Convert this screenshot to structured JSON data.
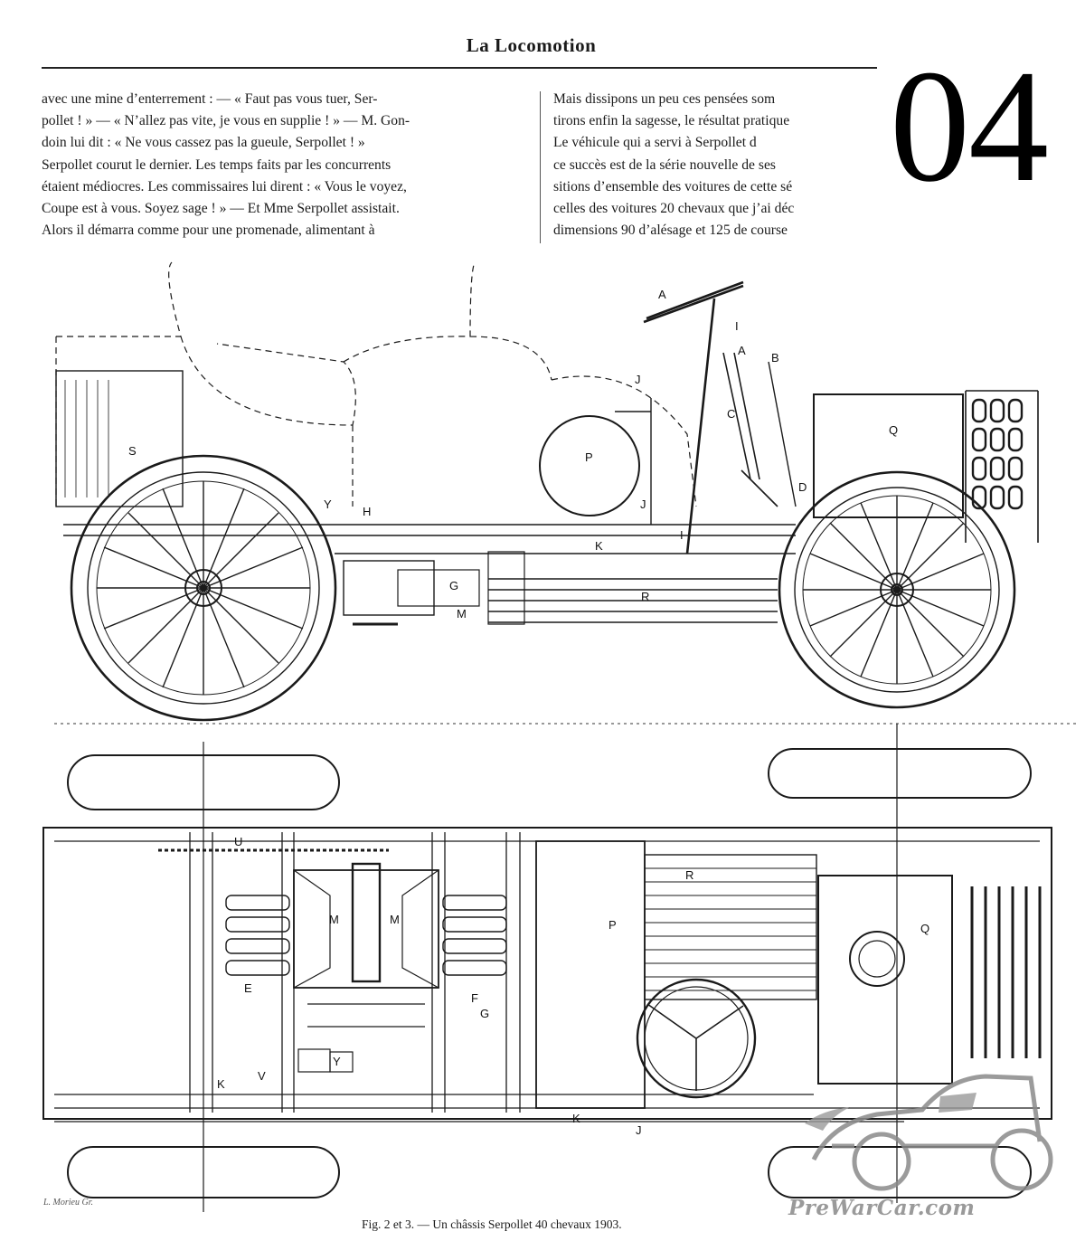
{
  "header": {
    "journal_title": "La Locomotion"
  },
  "page_number": "04",
  "article": {
    "left_column": [
      "avec une mine d’enterrement : — « Faut pas vous tuer, Ser-",
      "pollet ! » — « N’allez pas vite, je vous en supplie ! » — M. Gon-",
      "doin lui dit : « Ne vous cassez pas la gueule, Serpollet ! »",
      "Serpollet courut le dernier. Les temps faits par les concurrents",
      "étaient médiocres. Les commissaires lui dirent : « Vous le voyez,",
      "Coupe est à vous. Soyez sage ! » — Et Mme Serpollet assistait.",
      "Alors il démarra comme pour une promenade, alimentant à"
    ],
    "right_column": [
      "Mais dissipons un peu ces pensées som",
      "tirons enfin la sagesse, le résultat pratique",
      "Le véhicule qui a servi à Serpollet d",
      "ce succès est de la série nouvelle de ses",
      "sitions d’ensemble des voitures de cette sé",
      "celles des voitures 20 chevaux que j’ai déc",
      "dimensions 90 d’alésage et 125 de course"
    ]
  },
  "figure": {
    "side_view_callouts": [
      "A",
      "I",
      "A",
      "B",
      "J",
      "C",
      "Q",
      "S",
      "P",
      "D",
      "Y",
      "H",
      "J",
      "K",
      "I",
      "G",
      "R",
      "M"
    ],
    "top_view_callouts": [
      "U",
      "R",
      "M",
      "M",
      "P",
      "Q",
      "E",
      "F",
      "G",
      "Y",
      "V",
      "K",
      "K",
      "J"
    ],
    "caption": "Fig. 2 et 3. — Un châssis Serpollet 40 chevaux 1903.",
    "engraver_signature": "L. Morieu Gr."
  },
  "watermark": {
    "text": "PreWarCar.com"
  }
}
